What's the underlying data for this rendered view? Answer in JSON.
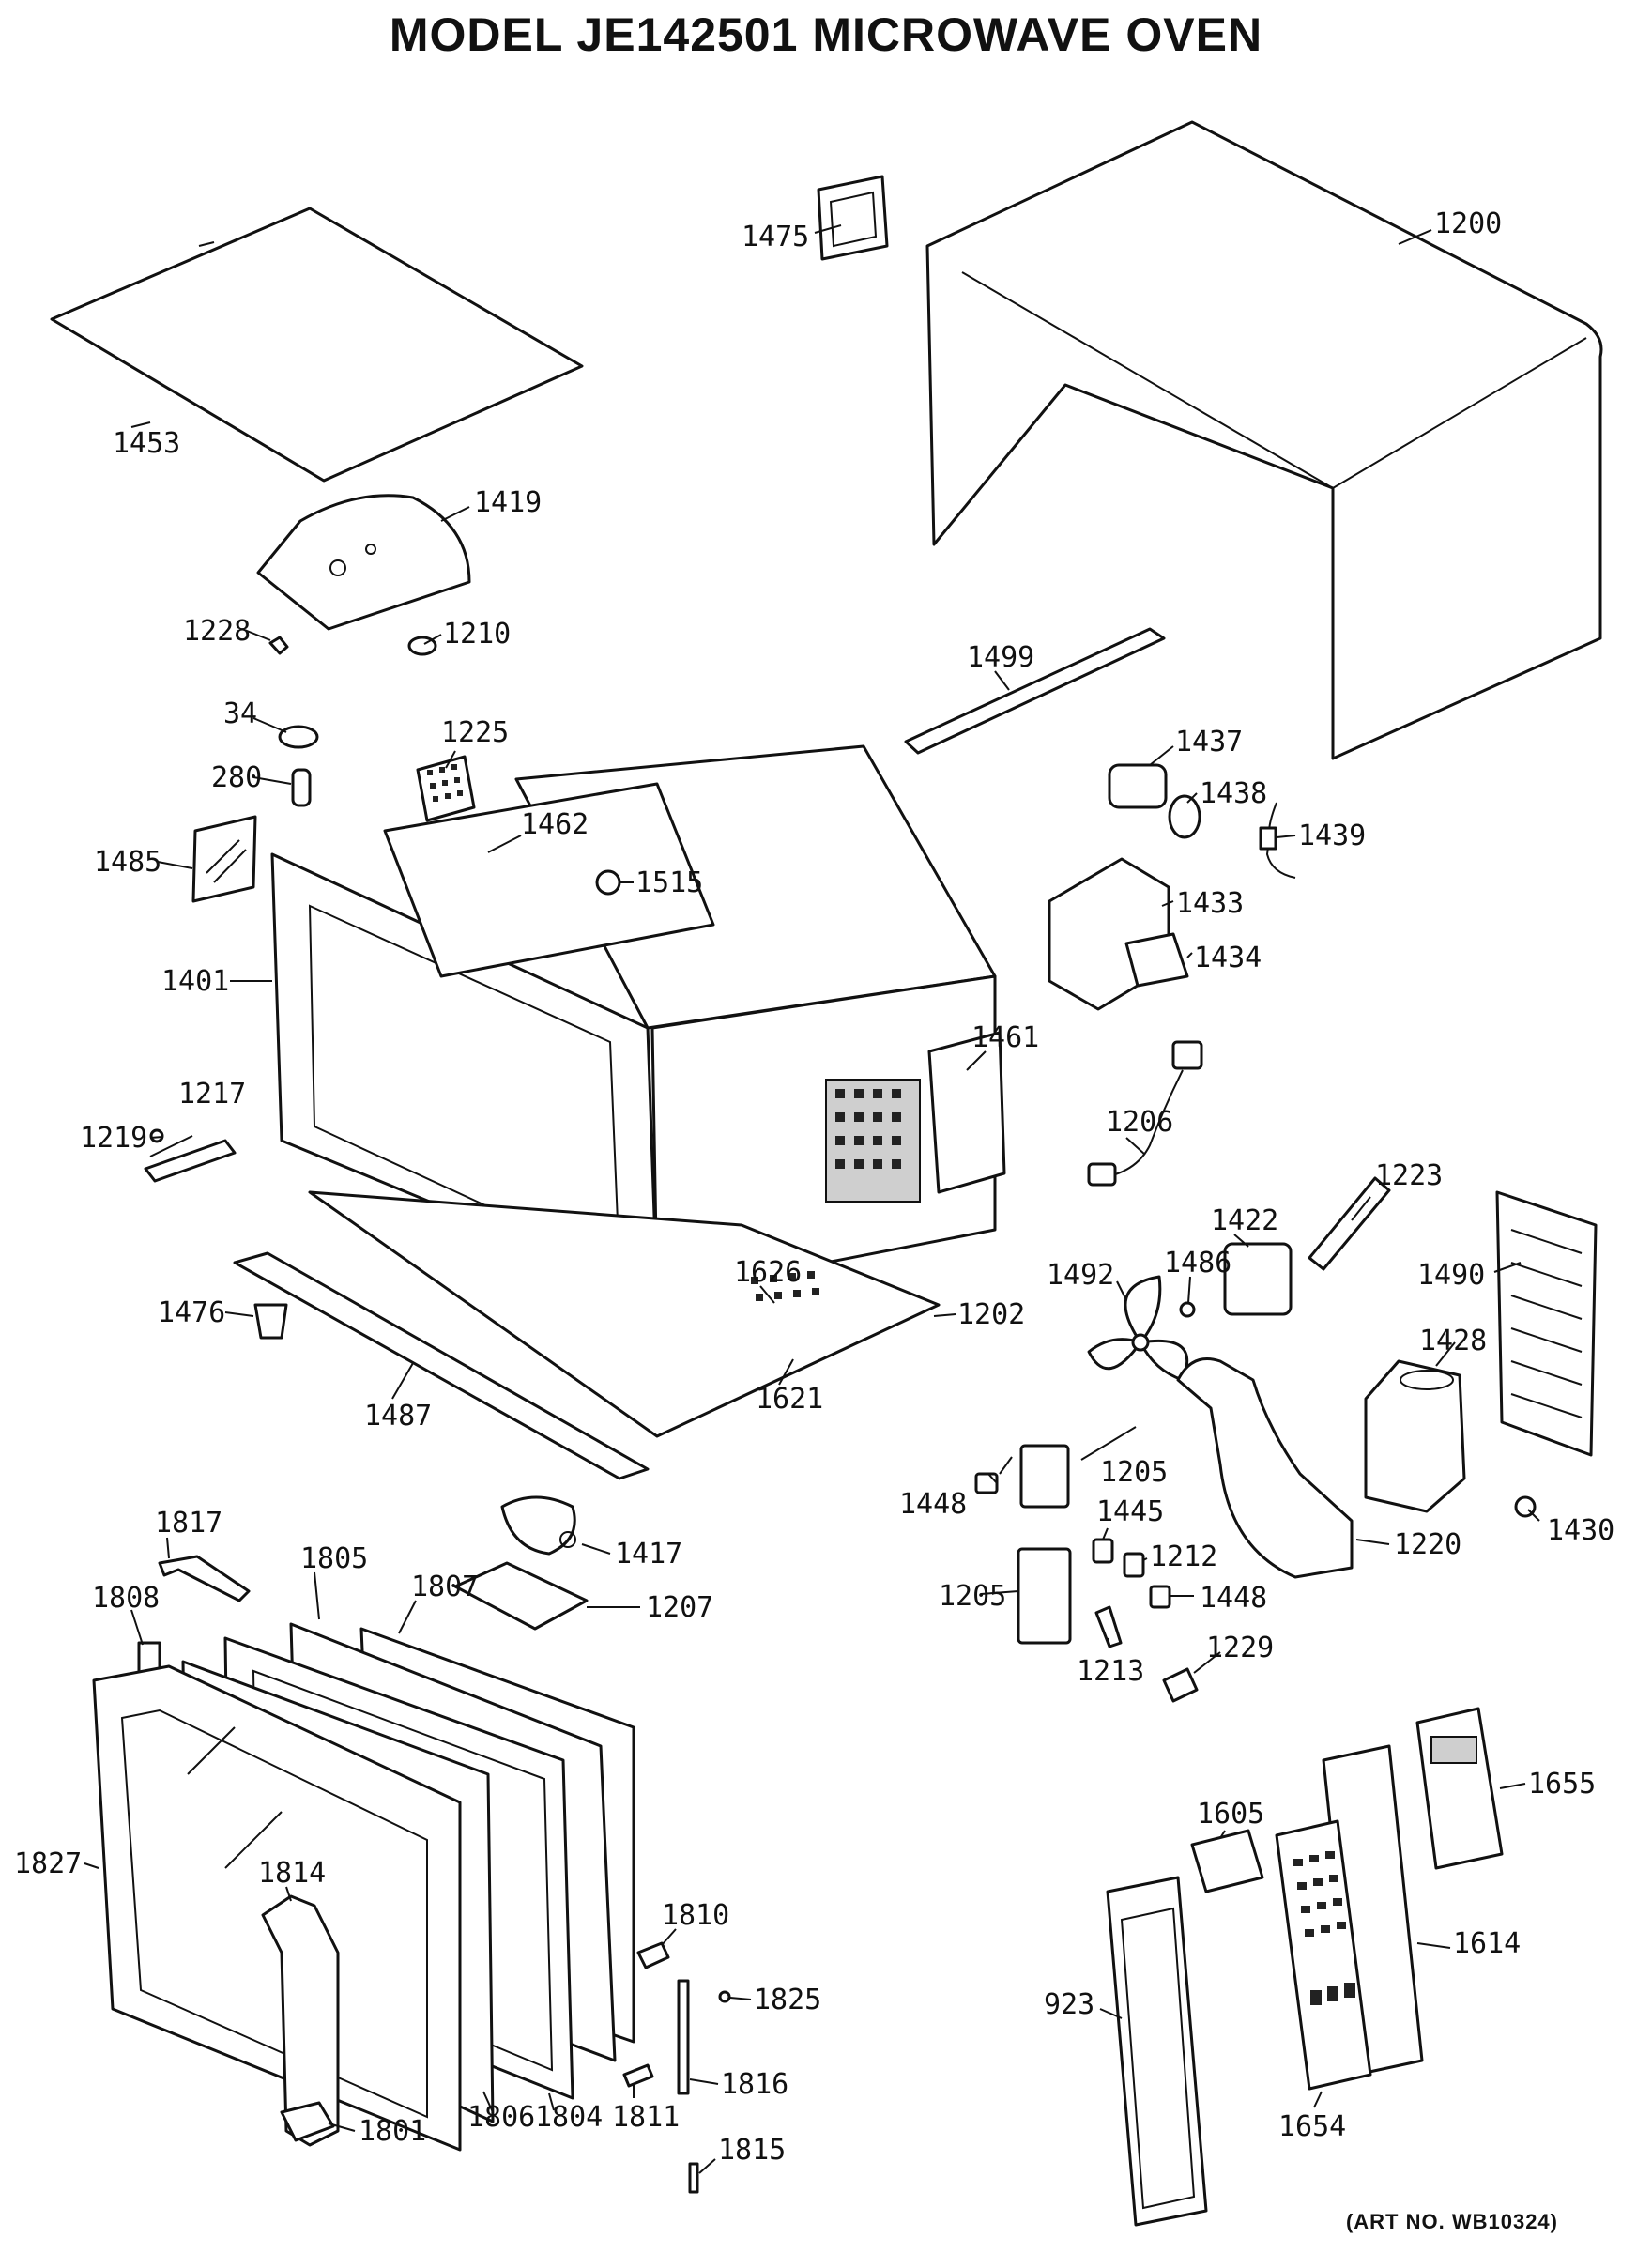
{
  "title": "MODEL JE142501  MICROWAVE OVEN",
  "art_number": "(ART NO. WB10324)",
  "part_labels": {
    "p1453": "1453",
    "p1419": "1419",
    "p1228": "1228",
    "p1210": "1210",
    "p34": "34",
    "p280": "280",
    "p1225": "1225",
    "p1462": "1462",
    "p1485": "1485",
    "p1515": "1515",
    "p1401": "1401",
    "p1217": "1217",
    "p1219": "1219",
    "p1476": "1476",
    "p1487": "1487",
    "p1626": "1626",
    "p1621": "1621",
    "p1202": "1202",
    "p1475": "1475",
    "p1200": "1200",
    "p1499": "1499",
    "p1437": "1437",
    "p1438": "1438",
    "p1439": "1439",
    "p1433": "1433",
    "p1434": "1434",
    "p1461": "1461",
    "p1206": "1206",
    "p1223": "1223",
    "p1422": "1422",
    "p1486": "1486",
    "p1492": "1492",
    "p1490": "1490",
    "p1428": "1428",
    "p1430": "1430",
    "p1220": "1220",
    "p1205a": "1205",
    "p1205b": "1205",
    "p1448a": "1448",
    "p1448b": "1448",
    "p1445": "1445",
    "p1212": "1212",
    "p1213": "1213",
    "p1229": "1229",
    "p1817": "1817",
    "p1805": "1805",
    "p1807": "1807",
    "p1808": "1808",
    "p1417": "1417",
    "p1207": "1207",
    "p1827": "1827",
    "p1814": "1814",
    "p1810": "1810",
    "p1825": "1825",
    "p1816": "1816",
    "p1815": "1815",
    "p1811": "1811",
    "p1804": "1804",
    "p1806": "1806",
    "p1801": "1801",
    "p1655": "1655",
    "p1605": "1605",
    "p1614": "1614",
    "p923": "923",
    "p1654": "1654"
  }
}
